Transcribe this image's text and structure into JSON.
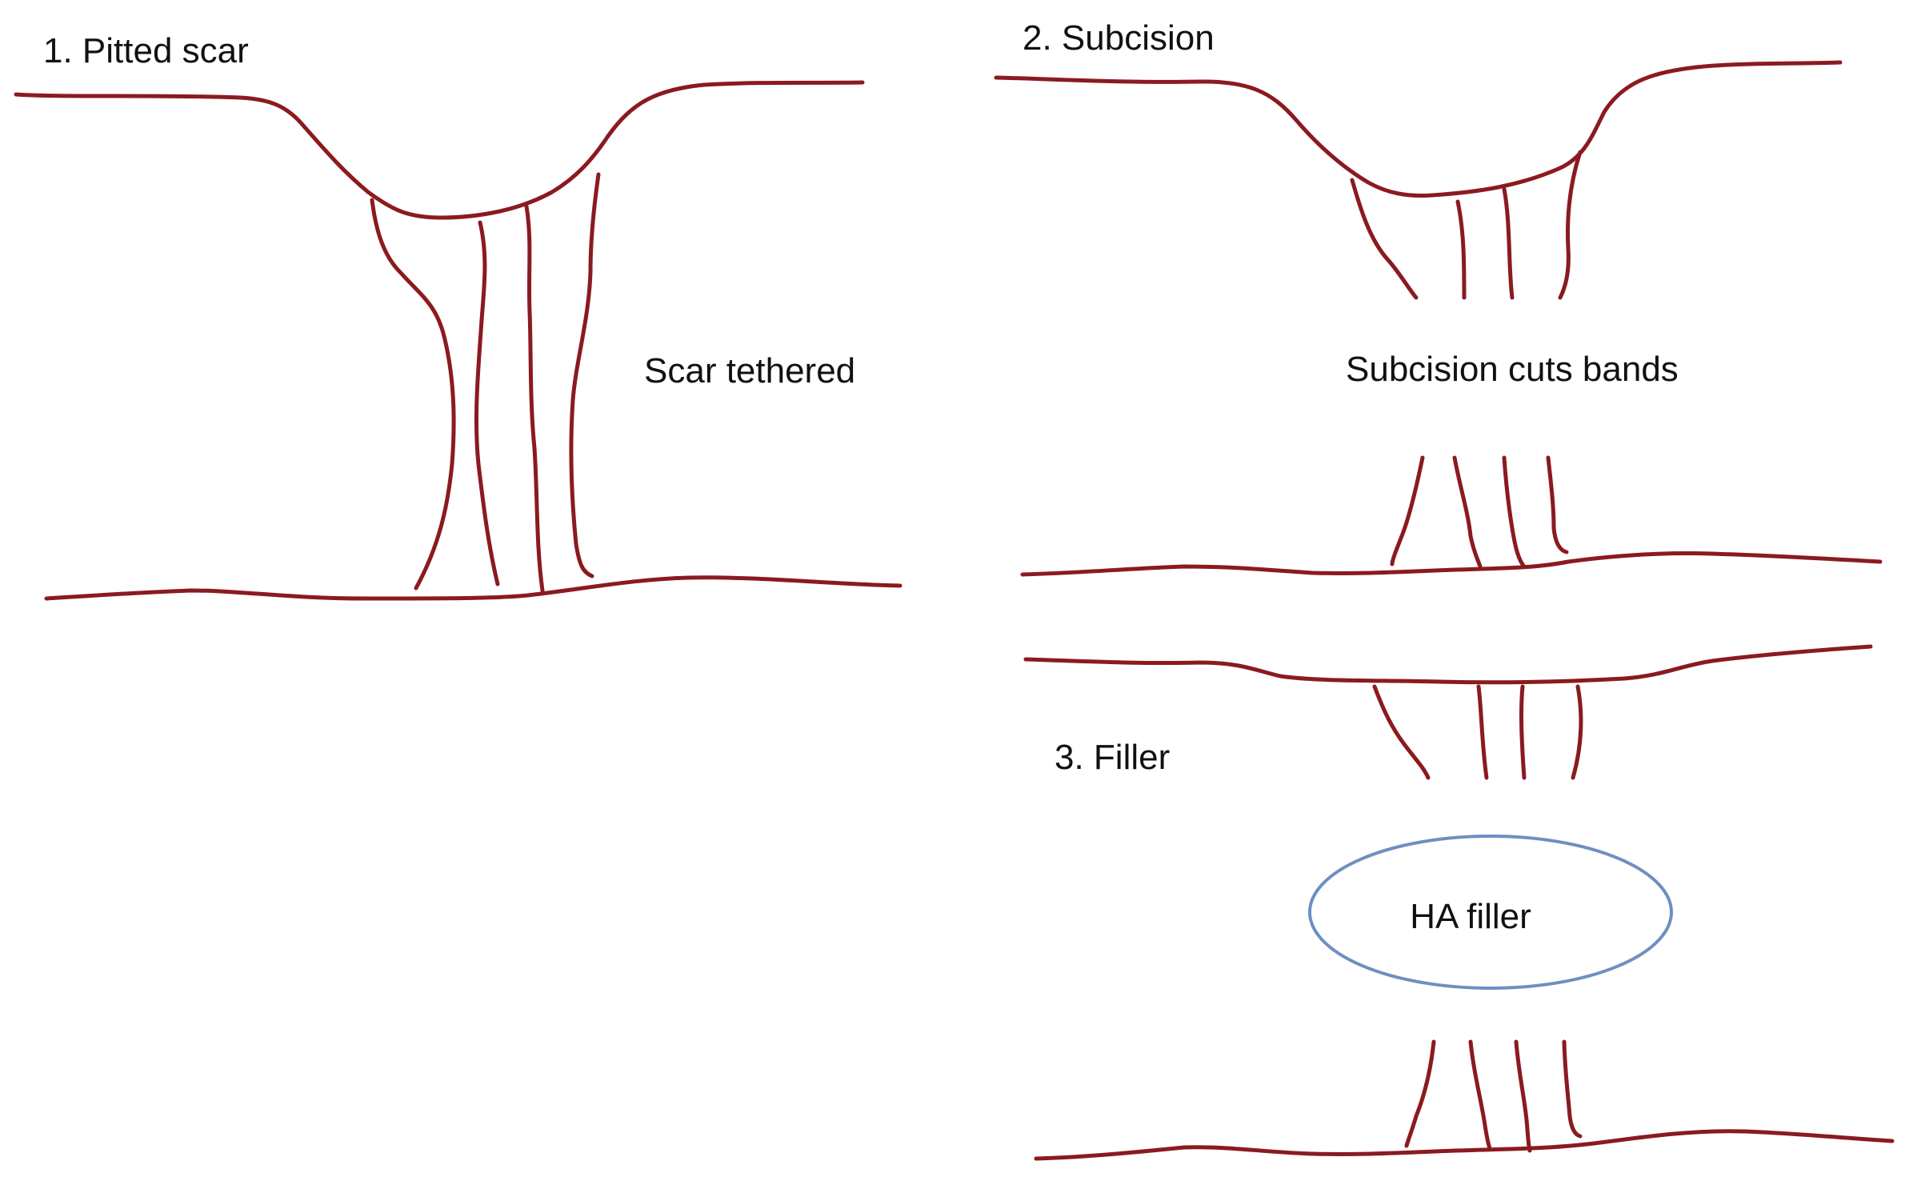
{
  "panel1": {
    "title": "1. Pitted scar",
    "annotation": "Scar tethered"
  },
  "panel2": {
    "title": "2. Subcision",
    "annotation": "Subcision cuts bands"
  },
  "panel3": {
    "title": "3. Filler",
    "filler_label": "HA filler"
  },
  "colors": {
    "tissue_line": "#8b1a1f",
    "filler_outline": "#6f8fbf",
    "filler_fill": "#ffffff",
    "text": "#111111",
    "background": "#ffffff"
  }
}
